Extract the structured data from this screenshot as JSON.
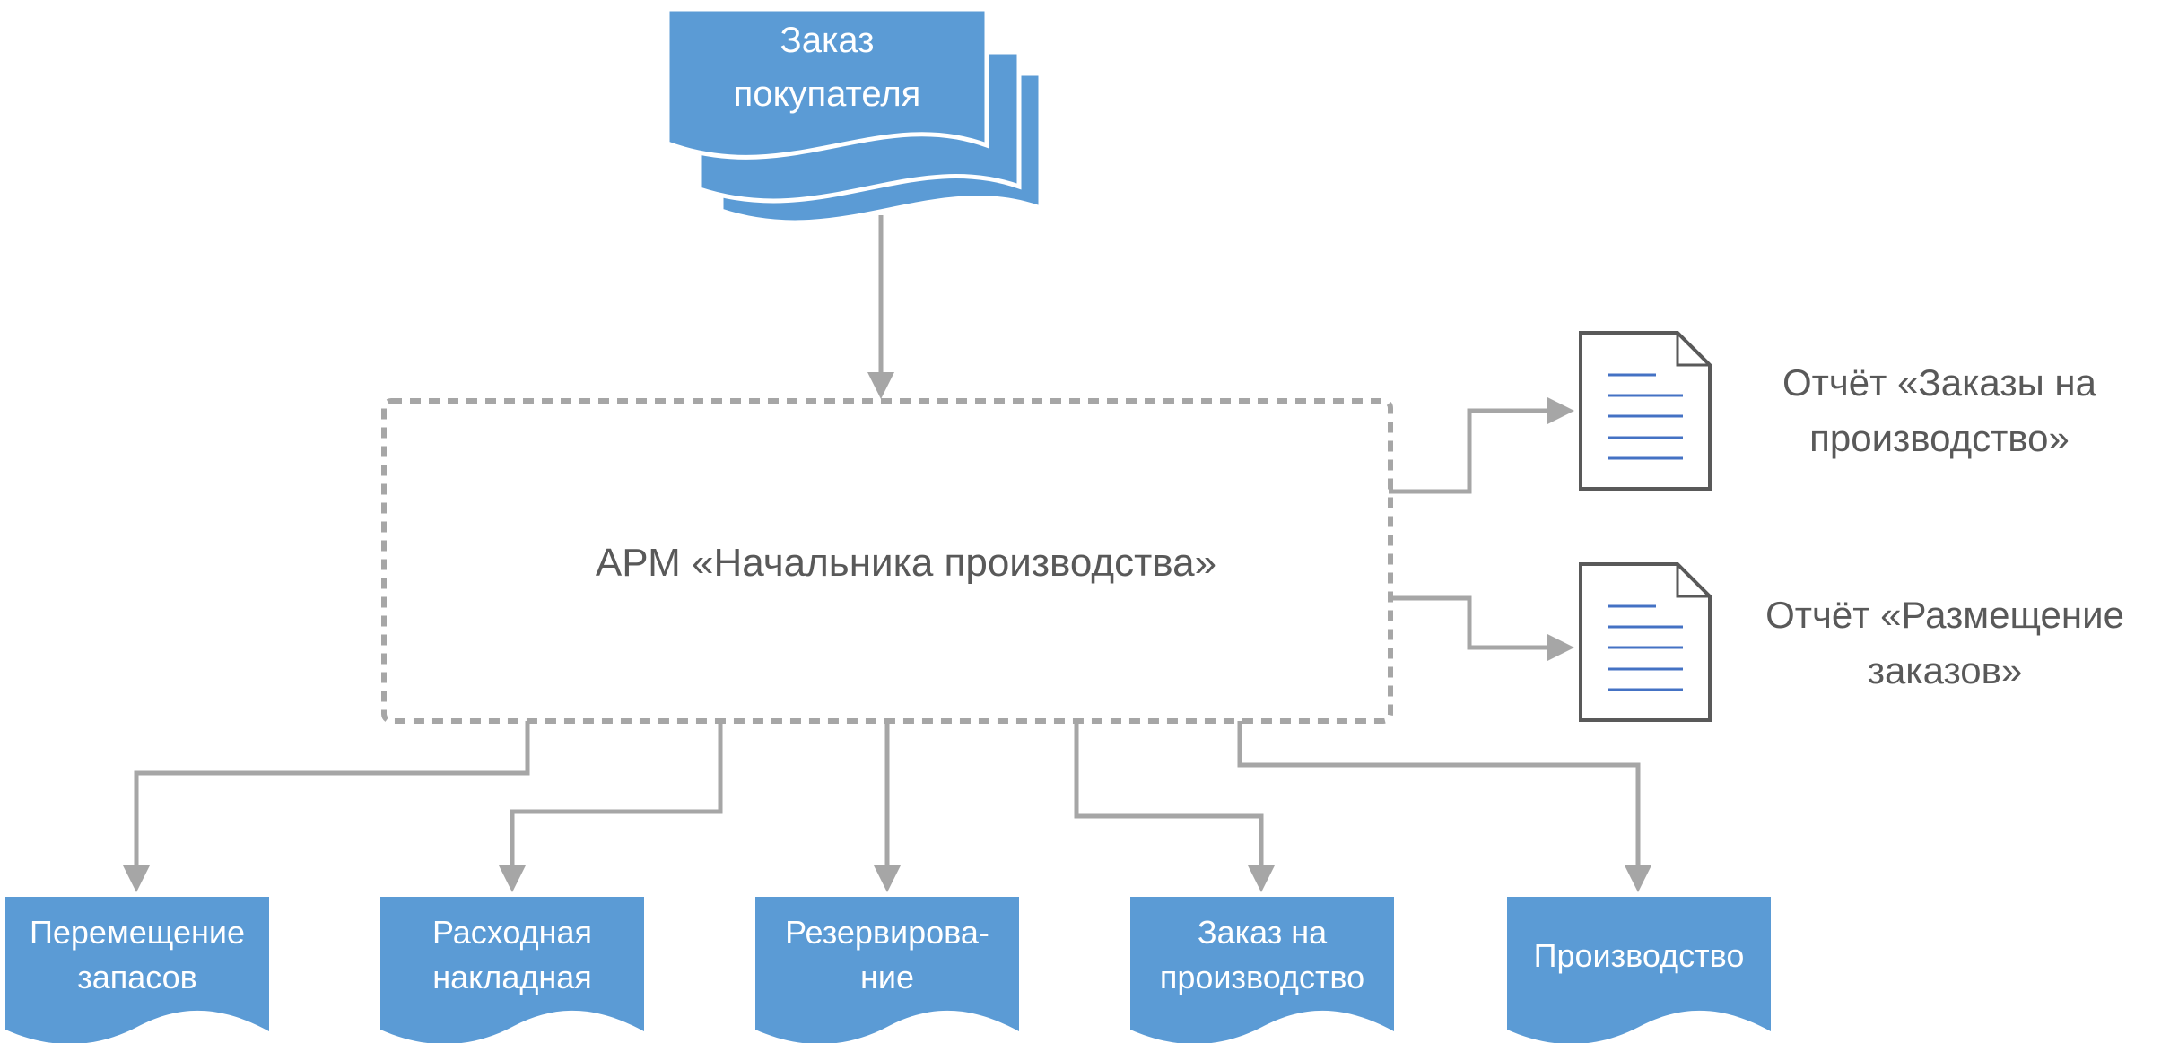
{
  "colors": {
    "doc_fill": "#5b9bd5",
    "connector": "#a6a6a6",
    "hub_border": "#a6a6a6",
    "hub_text": "#595959",
    "report_outline": "#595959",
    "report_lines": "#4472c4"
  },
  "source": {
    "line1": "Заказ",
    "line2": "покупателя"
  },
  "hub": {
    "label": "АРМ «Начальника производства»"
  },
  "reports": [
    {
      "line1": "Отчёт «Заказы на",
      "line2": "производство»",
      "icon": "report-document-icon"
    },
    {
      "line1": "Отчёт «Размещение",
      "line2": "заказов»",
      "icon": "report-document-icon"
    }
  ],
  "outputs": [
    {
      "line1": "Перемещение",
      "line2": "запасов"
    },
    {
      "line1": "Расходная",
      "line2": "накладная"
    },
    {
      "line1": "Резервирова-",
      "line2": "ние"
    },
    {
      "line1": "Заказ на",
      "line2": "производство"
    },
    {
      "line1": "Производство"
    }
  ]
}
